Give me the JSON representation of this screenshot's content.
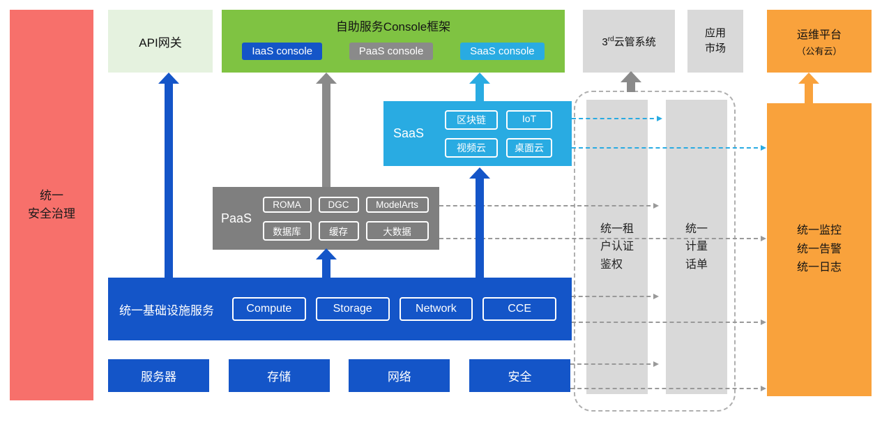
{
  "security_bar": {
    "label": "统一\n安全治理"
  },
  "api_gateway": {
    "label": "API网关"
  },
  "console_framework": {
    "title": "自助服务Console框架",
    "consoles": [
      {
        "label": "IaaS console"
      },
      {
        "label": "PaaS console"
      },
      {
        "label": "SaaS console"
      }
    ]
  },
  "third_cloud_mgmt": {
    "base": "3",
    "sup": "rd",
    "rest": "云管系统"
  },
  "app_market": {
    "label": "应用\n市场"
  },
  "om_platform": {
    "line1": "运维平台",
    "line2": "（公有云）"
  },
  "saas_layer": {
    "label": "SaaS",
    "services": [
      "区块链",
      "IoT",
      "视频云",
      "桌面云"
    ]
  },
  "paas_layer": {
    "label": "PaaS",
    "services": [
      "ROMA",
      "DGC",
      "ModelArts",
      "数据库",
      "缓存",
      "大数据"
    ]
  },
  "iaas_layer": {
    "label": "统一基础设施服务",
    "services": [
      "Compute",
      "Storage",
      "Network",
      "CCE"
    ]
  },
  "infrastructure": [
    "服务器",
    "存储",
    "网络",
    "安全"
  ],
  "tenant_auth_column": {
    "label": "统一租\n户认证\n鉴权"
  },
  "metering_column": {
    "label": "统一\n计量\n话单"
  },
  "om_box": {
    "label": "统一监控\n统一告警\n统一日志"
  },
  "colors": {
    "red": "#F7706B",
    "pale_green": "#E5F2DF",
    "green": "#7FC342",
    "deep_blue": "#1455C8",
    "gray": "#7F7F7F",
    "light_gray": "#D9D9D9",
    "cyan": "#29ABE2",
    "orange": "#F9A23C"
  }
}
